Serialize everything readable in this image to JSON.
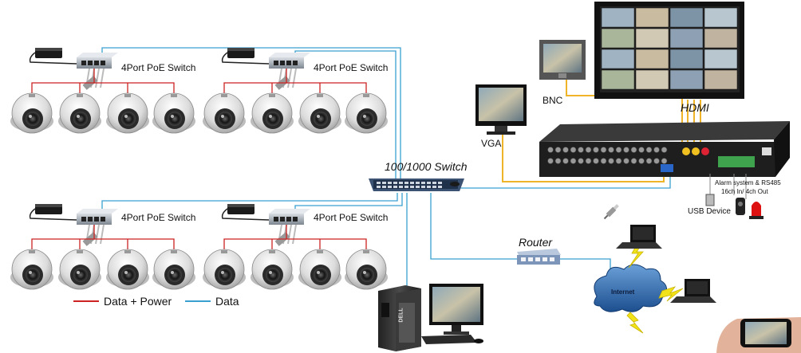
{
  "labels": {
    "poe_switch": "4Port PoE Switch",
    "main_switch": "100/1000 Switch",
    "bnc": "BNC",
    "vga": "VGA",
    "hdmi": "HDMI",
    "alarm_line1": "Alarm system & RS485",
    "alarm_line2": "16ch In/ 4ch Out",
    "usb_device": "USB Device",
    "router": "Router",
    "internet": "Internet",
    "pc_brand": "DELL",
    "legend_data_power": "Data + Power",
    "legend_data": "Data"
  },
  "colors": {
    "data_power_line": "#cc2222",
    "data_line": "#3aa0d0",
    "video_line": "#f0b429",
    "dvr_body": "#1e1e1e",
    "switch_body": "#2a3b55"
  },
  "icons": {
    "camera": "dome-camera-icon",
    "poe_switch": "poe-switch-icon",
    "adapter": "power-adapter-icon",
    "monitor": "monitor-icon",
    "nvr": "nvr-recorder-icon",
    "router": "router-icon",
    "cloud": "internet-cloud-icon",
    "laptop": "laptop-icon",
    "phone": "smartphone-icon",
    "pc": "desktop-pc-icon",
    "usb": "usb-icon",
    "alarm": "alarm-siren-icon",
    "sensor": "motion-sensor-icon"
  }
}
